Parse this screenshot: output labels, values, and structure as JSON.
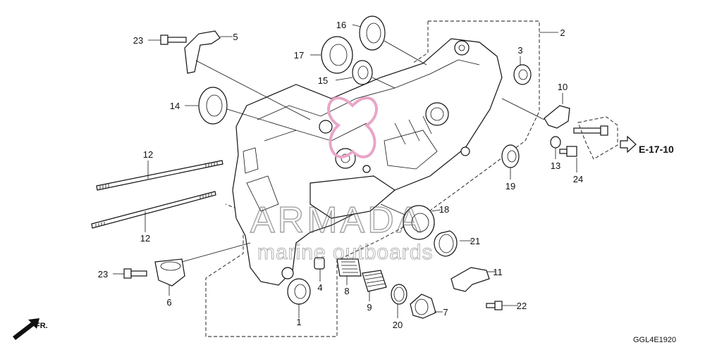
{
  "diagram": {
    "callouts": [
      {
        "key": "p1",
        "label": "1"
      },
      {
        "key": "p2",
        "label": "2"
      },
      {
        "key": "p3",
        "label": "3"
      },
      {
        "key": "p4",
        "label": "4"
      },
      {
        "key": "p5",
        "label": "5"
      },
      {
        "key": "p6",
        "label": "6"
      },
      {
        "key": "p7",
        "label": "7"
      },
      {
        "key": "p8",
        "label": "8"
      },
      {
        "key": "p9",
        "label": "9"
      },
      {
        "key": "p10",
        "label": "10"
      },
      {
        "key": "p11",
        "label": "11"
      },
      {
        "key": "p12a",
        "label": "12"
      },
      {
        "key": "p12b",
        "label": "12"
      },
      {
        "key": "p13",
        "label": "13"
      },
      {
        "key": "p14",
        "label": "14"
      },
      {
        "key": "p15",
        "label": "15"
      },
      {
        "key": "p16",
        "label": "16"
      },
      {
        "key": "p17",
        "label": "17"
      },
      {
        "key": "p18",
        "label": "18"
      },
      {
        "key": "p19",
        "label": "19"
      },
      {
        "key": "p20",
        "label": "20"
      },
      {
        "key": "p21",
        "label": "21"
      },
      {
        "key": "p22",
        "label": "22"
      },
      {
        "key": "p23a",
        "label": "23"
      },
      {
        "key": "p23b",
        "label": "23"
      },
      {
        "key": "p24",
        "label": "24"
      }
    ],
    "reference": "E-17-10",
    "front_marker": "FR.",
    "diagram_code": "GGL4E1920"
  },
  "watermark": {
    "brand": "ARMADA",
    "tagline": "marine outboards",
    "accent_color": "#e8a6c8"
  }
}
